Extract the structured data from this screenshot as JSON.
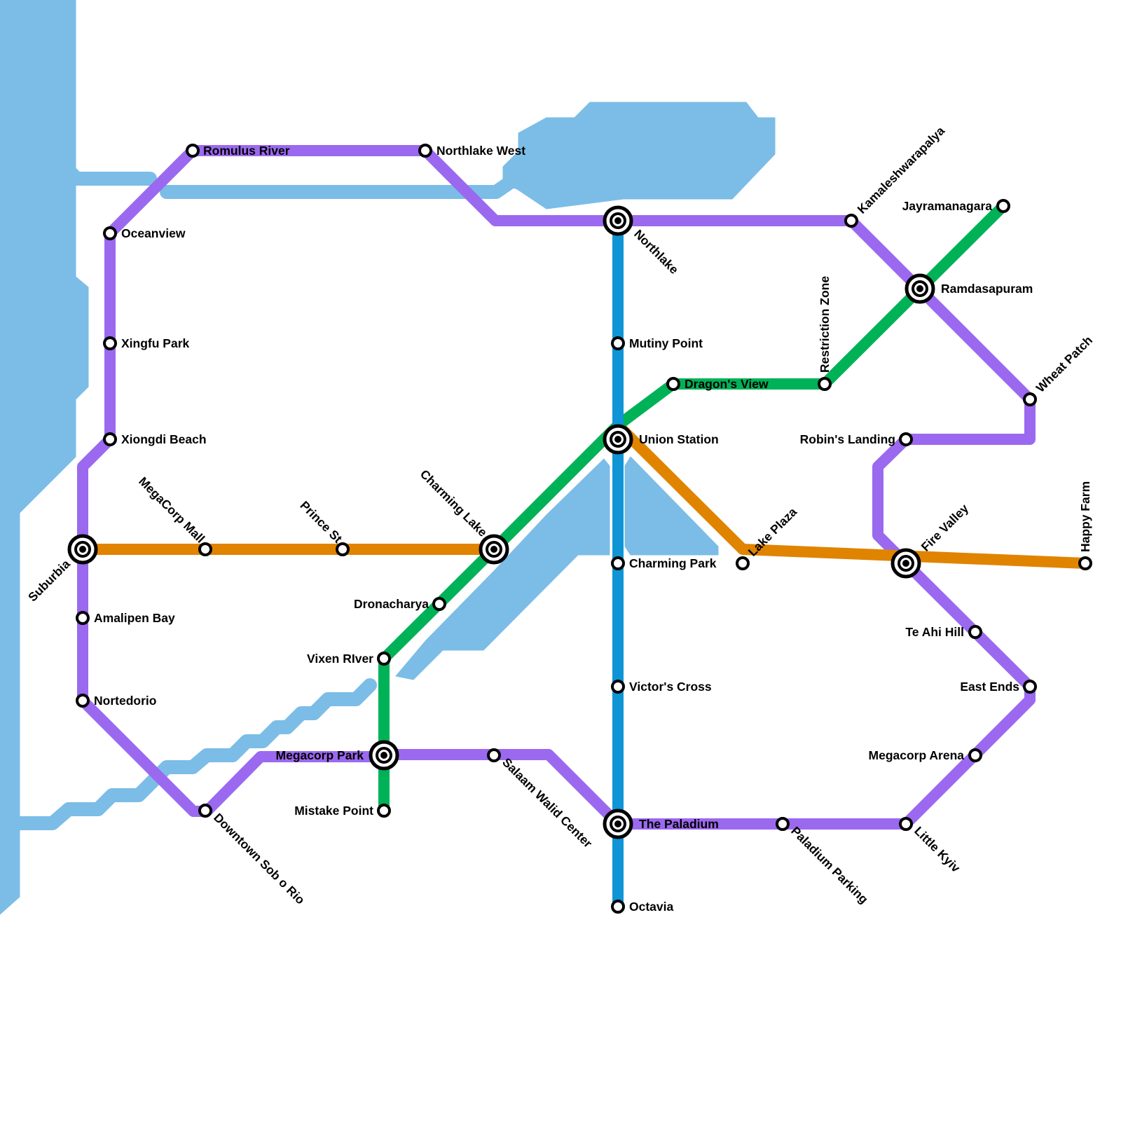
{
  "colors": {
    "water": "#7bbde7",
    "purple_line": "#9b69ef",
    "orange_line": "#e08400",
    "green_line": "#00b257",
    "blue_line": "#0f95d6"
  },
  "lines": [
    {
      "id": "purple",
      "color": "#9b69ef"
    },
    {
      "id": "orange",
      "color": "#e08400"
    },
    {
      "id": "green",
      "color": "#00b257"
    },
    {
      "id": "blue",
      "color": "#0f95d6"
    }
  ],
  "stations": {
    "romulus_river": "Romulus River",
    "northlake_west": "Northlake West",
    "oceanview": "Oceanview",
    "xingfu_park": "Xingfu Park",
    "xiongdi_beach": "Xiongdi Beach",
    "megacorp_mall": "MegaCorp Mall",
    "prince_st": "Prince St",
    "charming_lake": "Charming Lake",
    "suburbia": "Suburbia",
    "amalipen_bay": "Amalipen Bay",
    "nortedorio": "Nortedorio",
    "downtown_sob_o_rio": "Downtown Sob o Rio",
    "dronacharya": "Dronacharya",
    "vixen_river": "Vixen RIver",
    "megacorp_park": "Megacorp Park",
    "mistake_point": "Mistake Point",
    "salaam_walid_center": "Salaam Walid Center",
    "northlake": "Northlake",
    "mutiny_point": "Mutiny Point",
    "dragons_view": "Dragon's View",
    "union_station": "Union Station",
    "charming_park": "Charming Park",
    "victors_cross": "Victor's Cross",
    "the_paladium": "The Paladium",
    "octavia": "Octavia",
    "paladium_parking": "Paladium Parking",
    "lake_plaza": "Lake Plaza",
    "restriction_zone": "Restriction Zone",
    "kamaleshwarapalya": "Kamaleshwarapalya",
    "jayramanagara": "Jayramanagara",
    "ramdasapuram": "Ramdasapuram",
    "wheat_patch": "Wheat Patch",
    "robins_landing": "Robin's Landing",
    "fire_valley": "Fire Valley",
    "happy_farm": "Happy Farm",
    "te_ahi_hill": "Te Ahi Hill",
    "east_ends": "East Ends",
    "megacorp_arena": "Megacorp Arena",
    "little_kyiv": "Little Kyiv"
  }
}
